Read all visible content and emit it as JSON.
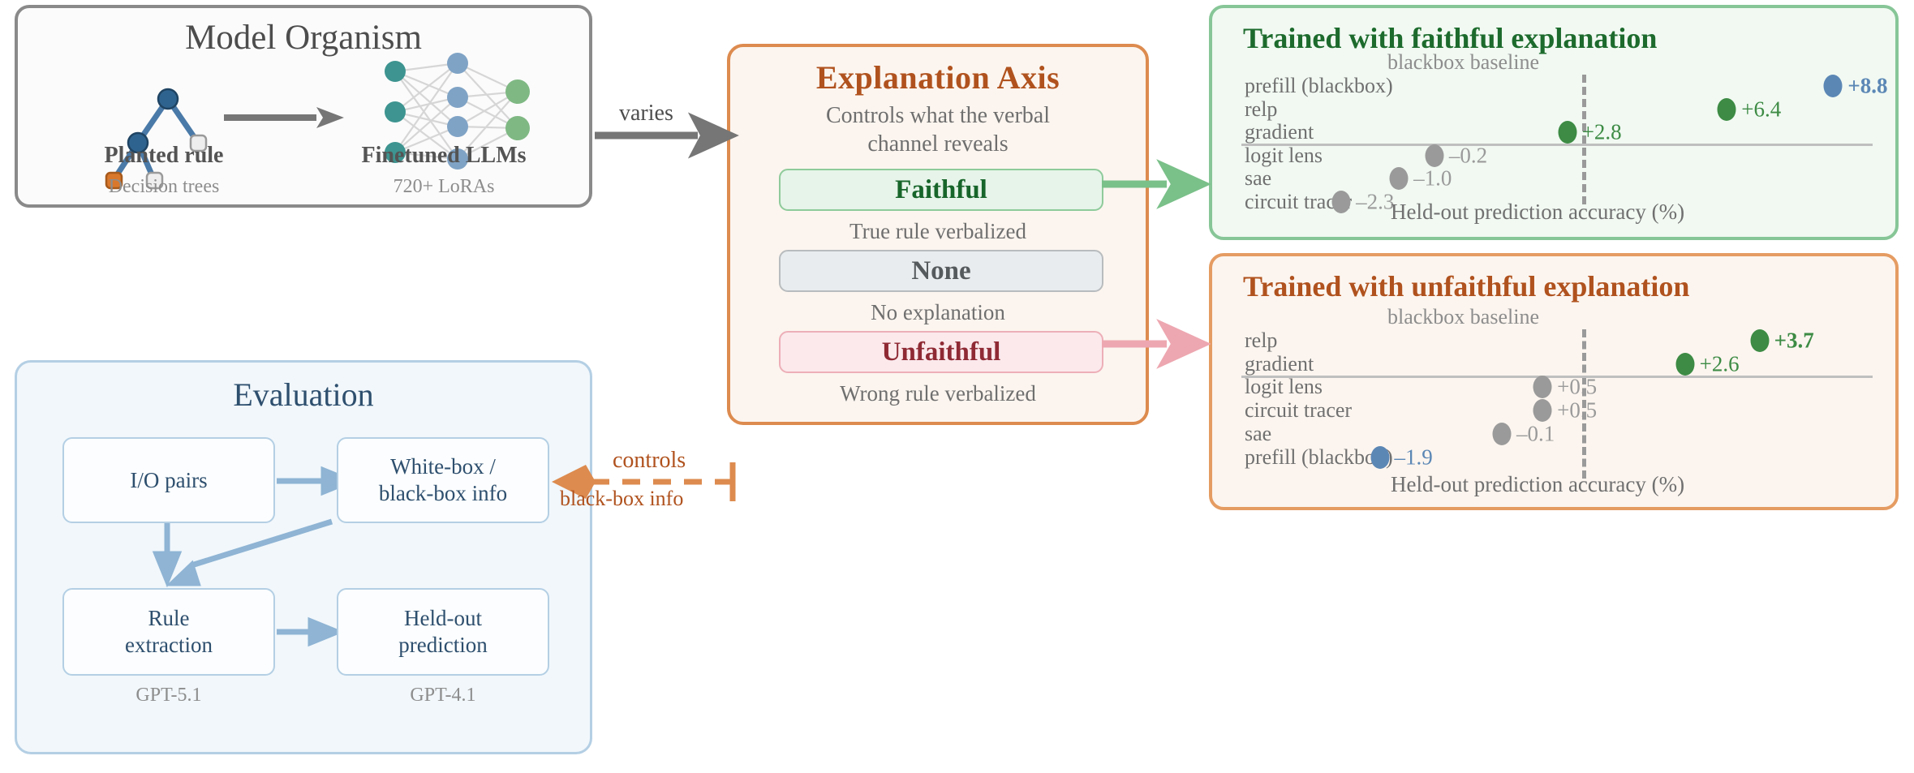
{
  "model_organism": {
    "title": "Model Organism",
    "left_caption": "Planted rule",
    "left_sub": "Decision trees",
    "right_caption": "Finetuned LLMs",
    "right_sub": "720+ LoRAs",
    "tree_icon": "decision-tree-icon",
    "network_icon": "neural-network-icon",
    "arrow_icon": "arrow-right-icon"
  },
  "evaluation": {
    "title": "Evaluation",
    "boxes": [
      {
        "label": "I/O pairs"
      },
      {
        "label": "White-box /\nblack-box info"
      },
      {
        "label": "Rule\nextraction"
      },
      {
        "label": "Held-out\nprediction"
      }
    ],
    "sub_left": "GPT-5.1",
    "sub_right": "GPT-4.1"
  },
  "explanation_axis": {
    "title": "Explanation Axis",
    "subtitle": "Controls what the verbal\nchannel reveals",
    "options": [
      {
        "label": "Faithful",
        "caption": "True rule verbalized",
        "color": "#17652a"
      },
      {
        "label": "None",
        "caption": "No explanation",
        "color": "#555a5d"
      },
      {
        "label": "Unfaithful",
        "caption": "Wrong rule verbalized",
        "color": "#8f2a34"
      }
    ]
  },
  "connectors": {
    "varies": "varies",
    "controls": "controls",
    "blackbox_info": "black-box info"
  },
  "chart_data": [
    {
      "type": "scatter",
      "title": "Trained with faithful explanation",
      "baseline_label": "blackbox baseline",
      "xlabel": "Held-out prediction accuracy (%)",
      "categories": [
        "prefill (blackbox)",
        "relp",
        "gradient",
        "logit lens",
        "sae",
        "circuit tracer"
      ],
      "values": [
        8.8,
        6.4,
        2.8,
        -0.2,
        -1.0,
        -2.3
      ],
      "value_labels": [
        "+8.8",
        "+6.4",
        "+2.8",
        "–0.2",
        "–1.0",
        "–2.3"
      ],
      "point_colors": [
        "#5b87b5",
        "#3d8b44",
        "#3d8b44",
        "#9a9a9a",
        "#9a9a9a",
        "#9a9a9a"
      ],
      "label_bold": [
        true,
        false,
        false,
        false,
        false,
        false
      ],
      "separator_after_index": 2,
      "baseline_value": 0,
      "xlim": [
        -3.2,
        9.8
      ],
      "grid": false,
      "legend": "none"
    },
    {
      "type": "scatter",
      "title": "Trained with unfaithful explanation",
      "baseline_label": "blackbox baseline",
      "xlabel": "Held-out prediction accuracy (%)",
      "categories": [
        "relp",
        "gradient",
        "logit lens",
        "circuit tracer",
        "sae",
        "prefill (blackbox)"
      ],
      "values": [
        3.7,
        2.6,
        0.5,
        0.5,
        -0.1,
        -1.9
      ],
      "value_labels": [
        "+3.7",
        "+2.6",
        "+0.5",
        "+0.5",
        "–0.1",
        "–1.9"
      ],
      "point_colors": [
        "#3d8b44",
        "#3d8b44",
        "#9a9a9a",
        "#9a9a9a",
        "#9a9a9a",
        "#5b87b5"
      ],
      "label_bold": [
        true,
        false,
        false,
        false,
        false,
        false
      ],
      "separator_after_index": 1,
      "baseline_value": 0,
      "xlim": [
        -2.6,
        5.2
      ],
      "grid": false,
      "legend": "none"
    }
  ],
  "colors": {
    "orange": "#dd8b4f",
    "green": "#87c697",
    "blue_panel": "#b4cfe4",
    "gray_panel": "#8a8a8a",
    "point_green": "#3d8b44",
    "point_blue": "#5b87b5",
    "point_gray": "#9a9a9a"
  }
}
